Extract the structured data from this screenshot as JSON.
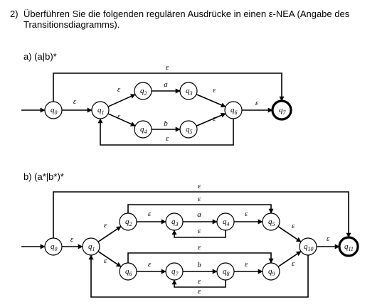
{
  "task": {
    "number": "2)",
    "text": "Überführen Sie die folgenden regulären Ausdrücke in einen ε-NEA (Angabe des Transitionsdiagramms)."
  },
  "parts": [
    {
      "label": "a)  (a|b)*",
      "states": [
        {
          "id": "q0",
          "name": "q",
          "sub": "0",
          "final": false
        },
        {
          "id": "q1",
          "name": "q",
          "sub": "1",
          "final": false
        },
        {
          "id": "q2",
          "name": "q",
          "sub": "2",
          "final": false
        },
        {
          "id": "q3",
          "name": "q",
          "sub": "3",
          "final": false
        },
        {
          "id": "q4",
          "name": "q",
          "sub": "4",
          "final": false
        },
        {
          "id": "q5",
          "name": "q",
          "sub": "5",
          "final": false
        },
        {
          "id": "q6",
          "name": "q",
          "sub": "6",
          "final": false
        },
        {
          "id": "q7",
          "name": "q",
          "sub": "7",
          "final": true
        }
      ],
      "start": "q0",
      "transitions": [
        {
          "from": "q0",
          "to": "q1",
          "symbol": "ε"
        },
        {
          "from": "q1",
          "to": "q2",
          "symbol": "ε"
        },
        {
          "from": "q2",
          "to": "q3",
          "symbol": "a"
        },
        {
          "from": "q3",
          "to": "q6",
          "symbol": "ε"
        },
        {
          "from": "q1",
          "to": "q4",
          "symbol": "ε"
        },
        {
          "from": "q4",
          "to": "q5",
          "symbol": "b"
        },
        {
          "from": "q5",
          "to": "q6",
          "symbol": "ε"
        },
        {
          "from": "q6",
          "to": "q7",
          "symbol": "ε"
        },
        {
          "from": "q0",
          "to": "q7",
          "symbol": "ε"
        },
        {
          "from": "q6",
          "to": "q1",
          "symbol": "ε"
        }
      ]
    },
    {
      "label": "b)  (a*|b*)*",
      "states": [
        {
          "id": "q0",
          "name": "q",
          "sub": "0",
          "final": false
        },
        {
          "id": "q1",
          "name": "q",
          "sub": "1",
          "final": false
        },
        {
          "id": "q2",
          "name": "q",
          "sub": "2",
          "final": false
        },
        {
          "id": "q3",
          "name": "q",
          "sub": "3",
          "final": false
        },
        {
          "id": "q4",
          "name": "q",
          "sub": "4",
          "final": false
        },
        {
          "id": "q5",
          "name": "q",
          "sub": "5",
          "final": false
        },
        {
          "id": "q6",
          "name": "q",
          "sub": "6",
          "final": false
        },
        {
          "id": "q7",
          "name": "q",
          "sub": "7",
          "final": false
        },
        {
          "id": "q8",
          "name": "q",
          "sub": "8",
          "final": false
        },
        {
          "id": "q9",
          "name": "q",
          "sub": "9",
          "final": false
        },
        {
          "id": "q10",
          "name": "q",
          "sub": "10",
          "final": false
        },
        {
          "id": "q11",
          "name": "q",
          "sub": "11",
          "final": true
        }
      ],
      "start": "q0",
      "transitions": [
        {
          "from": "q0",
          "to": "q1",
          "symbol": "ε"
        },
        {
          "from": "q1",
          "to": "q2",
          "symbol": "ε"
        },
        {
          "from": "q2",
          "to": "q3",
          "symbol": "ε"
        },
        {
          "from": "q3",
          "to": "q4",
          "symbol": "a"
        },
        {
          "from": "q4",
          "to": "q5",
          "symbol": "ε"
        },
        {
          "from": "q4",
          "to": "q3",
          "symbol": "ε"
        },
        {
          "from": "q2",
          "to": "q5",
          "symbol": "ε"
        },
        {
          "from": "q5",
          "to": "q10",
          "symbol": "ε"
        },
        {
          "from": "q1",
          "to": "q6",
          "symbol": "ε"
        },
        {
          "from": "q6",
          "to": "q7",
          "symbol": "ε"
        },
        {
          "from": "q7",
          "to": "q8",
          "symbol": "b"
        },
        {
          "from": "q8",
          "to": "q9",
          "symbol": "ε"
        },
        {
          "from": "q8",
          "to": "q7",
          "symbol": "ε"
        },
        {
          "from": "q6",
          "to": "q9",
          "symbol": "ε"
        },
        {
          "from": "q9",
          "to": "q10",
          "symbol": "ε"
        },
        {
          "from": "q10",
          "to": "q11",
          "symbol": "ε"
        },
        {
          "from": "q0",
          "to": "q11",
          "symbol": "ε"
        },
        {
          "from": "q10",
          "to": "q1",
          "symbol": "ε"
        }
      ]
    }
  ]
}
